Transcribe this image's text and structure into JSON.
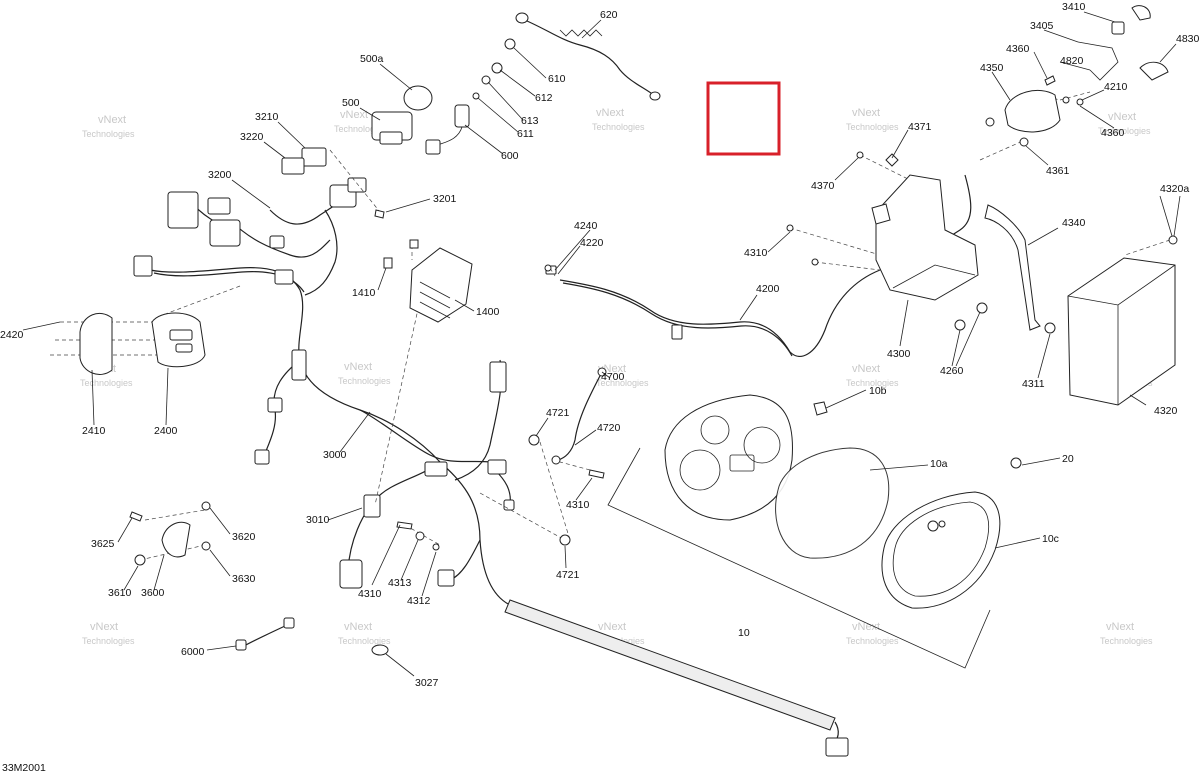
{
  "diagram_code": "33M2001",
  "watermark": {
    "line1": "vNext",
    "line2": "Technologies",
    "combined": "vNext Technologies"
  },
  "highlight_color": "#d8202a",
  "parts": {
    "p620": "620",
    "p610": "610",
    "p612": "612",
    "p613": "613",
    "p611": "611",
    "p600": "600",
    "p500a": "500a",
    "p500": "500",
    "p3210": "3210",
    "p3220": "3220",
    "p3200": "3200",
    "p3201": "3201",
    "p1410": "1410",
    "p1400": "1400",
    "p2420": "2420",
    "p2410": "2410",
    "p2400": "2400",
    "p3000": "3000",
    "p3010": "3010",
    "p4240": "4240",
    "p4220": "4220",
    "p4200": "4200",
    "p4310a": "4310",
    "p4700": "4700",
    "p4721a": "4721",
    "p4720": "4720",
    "p4310b": "4310",
    "p4721b": "4721",
    "p4310c": "4310",
    "p4313": "4313",
    "p4312": "4312",
    "p3625": "3625",
    "p3620": "3620",
    "p3610": "3610",
    "p3600": "3600",
    "p3630": "3630",
    "p6000": "6000",
    "p3027": "3027",
    "p3410": "3410",
    "p3405": "3405",
    "p4830": "4830",
    "p4360a": "4360",
    "p4820": "4820",
    "p4350": "4350",
    "p4210": "4210",
    "p4360b": "4360",
    "p4361": "4361",
    "p4371": "4371",
    "p4370": "4370",
    "p4320a": "4320a",
    "p4340": "4340",
    "p4300": "4300",
    "p4260": "4260",
    "p4311": "4311",
    "p4320": "4320",
    "p10b": "10b",
    "p10a": "10a",
    "p10c": "10c",
    "p20": "20",
    "p10": "10"
  }
}
